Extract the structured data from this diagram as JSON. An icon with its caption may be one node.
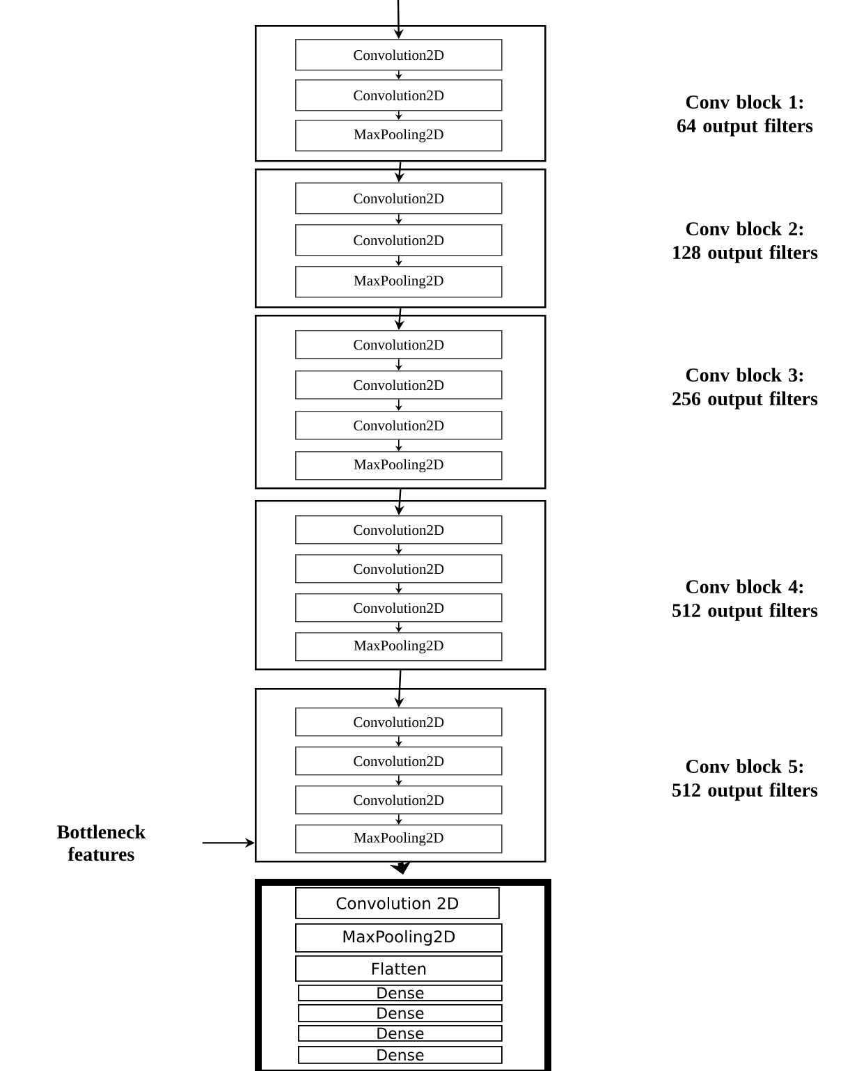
{
  "diagram": {
    "nodes": [
      {
        "text": [],
        "shape": "box"
      },
      {
        "text": [
          "Convolution2D"
        ],
        "in": 0
      },
      {
        "text": [
          "Convolution2D"
        ],
        "in": 0
      },
      {
        "text": [
          "MaxPooling2D"
        ],
        "in": 0
      },
      {
        "text": [],
        "shape": "box"
      },
      {
        "text": [
          "Convolution2D"
        ],
        "in": 4
      },
      {
        "text": [
          "Convolution2D"
        ],
        "in": 4
      },
      {
        "text": [
          "MaxPooling2D"
        ],
        "in": 4
      },
      {
        "text": [],
        "shape": "box"
      },
      {
        "text": [
          "Convolution2D"
        ],
        "in": 8
      },
      {
        "text": [
          "Convolution2D"
        ],
        "in": 8
      },
      {
        "text": [
          "Convolution2D"
        ],
        "in": 8
      },
      {
        "text": [
          "MaxPooling2D"
        ],
        "in": 8
      },
      {
        "text": [],
        "shape": "box"
      },
      {
        "text": [
          "Convolution2D"
        ],
        "in": 13
      },
      {
        "text": [
          "Convolution2D"
        ],
        "in": 13
      },
      {
        "text": [
          "Convolution2D"
        ],
        "in": 13
      },
      {
        "text": [
          "MaxPooling2D"
        ],
        "in": 13
      },
      {
        "text": [],
        "shape": "box"
      },
      {
        "text": [
          "Convolution2D"
        ],
        "in": 18
      },
      {
        "text": [
          "Convolution2D"
        ],
        "in": 18
      },
      {
        "text": [
          "Convolution2D"
        ],
        "in": 18
      },
      {
        "text": [
          "MaxPooling2D"
        ],
        "in": 18
      },
      {
        "text": [
          "Bottleneck features"
        ]
      },
      {
        "text": [],
        "shape": "box"
      },
      {
        "text": [
          "Convolution 2D"
        ],
        "in": 24
      },
      {
        "text": [
          "MaxPooling2D"
        ],
        "in": 24
      },
      {
        "text": [
          "Flatten"
        ],
        "in": 24
      },
      {
        "text": [
          "Dense"
        ],
        "in": 24
      },
      {
        "text": [
          "Dense"
        ],
        "in": 24
      },
      {
        "text": [
          "Dense"
        ],
        "in": 24
      },
      {
        "text": [
          "Dense"
        ],
        "in": 24
      }
    ],
    "edges": [
      {
        "from": null,
        "to": 1,
        "arrow": "to"
      },
      {
        "from": 1,
        "to": 2,
        "arrow": "to"
      },
      {
        "from": 2,
        "to": 3,
        "arrow": "to"
      },
      {
        "from": 0,
        "to": 5,
        "arrow": "to"
      },
      {
        "from": 5,
        "to": 6,
        "arrow": "to"
      },
      {
        "from": 6,
        "to": 7,
        "arrow": "to"
      },
      {
        "from": 4,
        "to": 9,
        "arrow": "to"
      },
      {
        "from": 9,
        "to": 10,
        "arrow": "to"
      },
      {
        "from": 10,
        "to": 11,
        "arrow": "to"
      },
      {
        "from": 11,
        "to": 12,
        "arrow": "to"
      },
      {
        "from": 8,
        "to": 14,
        "arrow": "to"
      },
      {
        "from": 14,
        "to": 15,
        "arrow": "to"
      },
      {
        "from": 15,
        "to": 16,
        "arrow": "to"
      },
      {
        "from": 16,
        "to": 17,
        "arrow": "to"
      },
      {
        "from": 13,
        "to": 19,
        "arrow": "to"
      },
      {
        "from": 19,
        "to": 20,
        "arrow": "to"
      },
      {
        "from": 20,
        "to": 21,
        "arrow": "to"
      },
      {
        "from": 21,
        "to": 22,
        "arrow": "to"
      },
      {
        "from": 23,
        "to": 18,
        "arrow": "to"
      },
      {
        "from": 18,
        "to": 24,
        "arrow": "to",
        "style": "thick"
      }
    ],
    "labels": [
      "Conv block 1: 64 output filters",
      "Conv block 2: 128 output filters",
      "Conv block 3: 256 output filters",
      "Conv block 4: 512 output filters",
      "Conv block 5: 512 output filters"
    ]
  }
}
